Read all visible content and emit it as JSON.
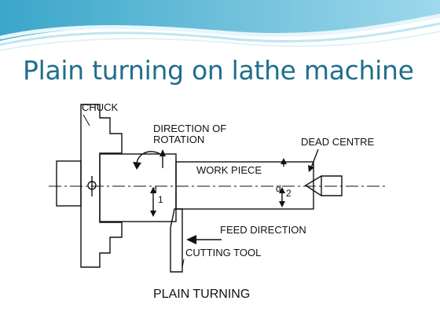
{
  "slide": {
    "title": "Plain turning on lathe machine"
  },
  "diagram": {
    "labels": {
      "chuck": "CHUCK",
      "direction_line1": "DIRECTION OF",
      "direction_line2": "ROTATION",
      "dead_centre": "DEAD CENTRE",
      "work_piece": "WORK PIECE",
      "d1_letter": "d",
      "d1_sub": "1",
      "d2_letter": "d",
      "d2_sub": "2",
      "feed_direction": "FEED DIRECTION",
      "cutting_tool": "CUTTING TOOL"
    },
    "caption": "PLAIN TURNING"
  },
  "theme": {
    "title_color": "#1f6f8b",
    "banner_colors": [
      "#3aa6c9",
      "#8fd0e6",
      "#d8eff7"
    ],
    "line_color": "#111111"
  }
}
